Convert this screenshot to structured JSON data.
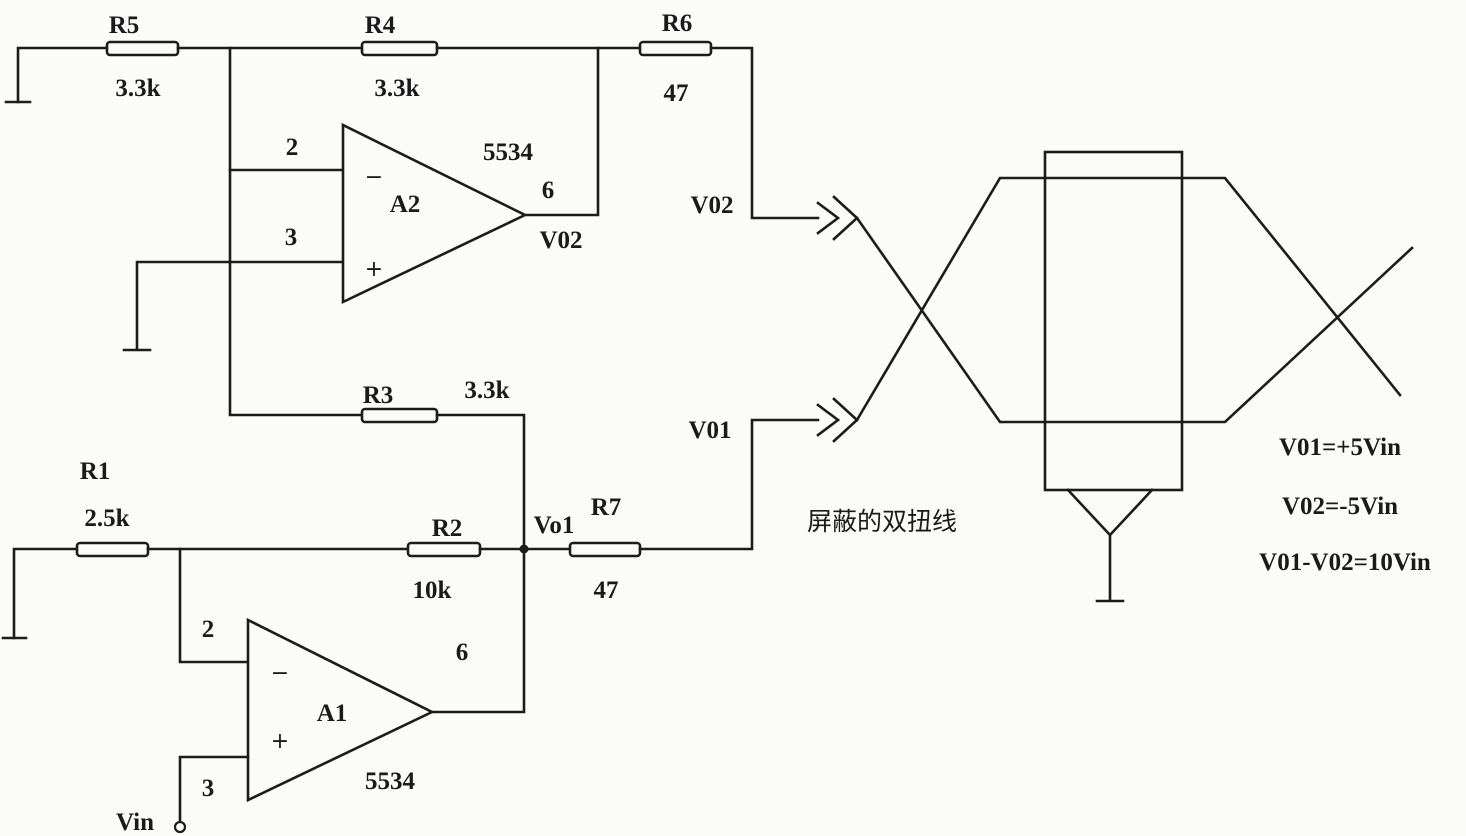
{
  "resistors": {
    "r1": {
      "name": "R1",
      "value": "2.5k"
    },
    "r2": {
      "name": "R2",
      "value": "10k"
    },
    "r3": {
      "name": "R3",
      "value": "3.3k"
    },
    "r4": {
      "name": "R4",
      "value": "3.3k"
    },
    "r5": {
      "name": "R5",
      "value": "3.3k"
    },
    "r6": {
      "name": "R6",
      "value": "47"
    },
    "r7": {
      "name": "R7",
      "value": "47"
    }
  },
  "opamps": {
    "a1": {
      "name": "A1",
      "part": "5534",
      "pin_inv": "2",
      "pin_noninv": "3",
      "pin_out": "6",
      "minus_sign": "−",
      "plus_sign": "+"
    },
    "a2": {
      "name": "A2",
      "part": "5534",
      "pin_inv": "2",
      "pin_noninv": "3",
      "pin_out": "6",
      "output_label": "V02",
      "minus_sign": "−",
      "plus_sign": "+"
    }
  },
  "nodes": {
    "vo1": "Vo1",
    "vin": "Vin"
  },
  "connectors": {
    "upper": "V02",
    "lower": "V01"
  },
  "cable_label": "屏蔽的双扭线",
  "equations": [
    "V01=+5Vin",
    "V02=-5Vin",
    "V01-V02=10Vin"
  ],
  "colors": {
    "ink": "#1c1c1c",
    "paper": "#fbfbf8"
  }
}
